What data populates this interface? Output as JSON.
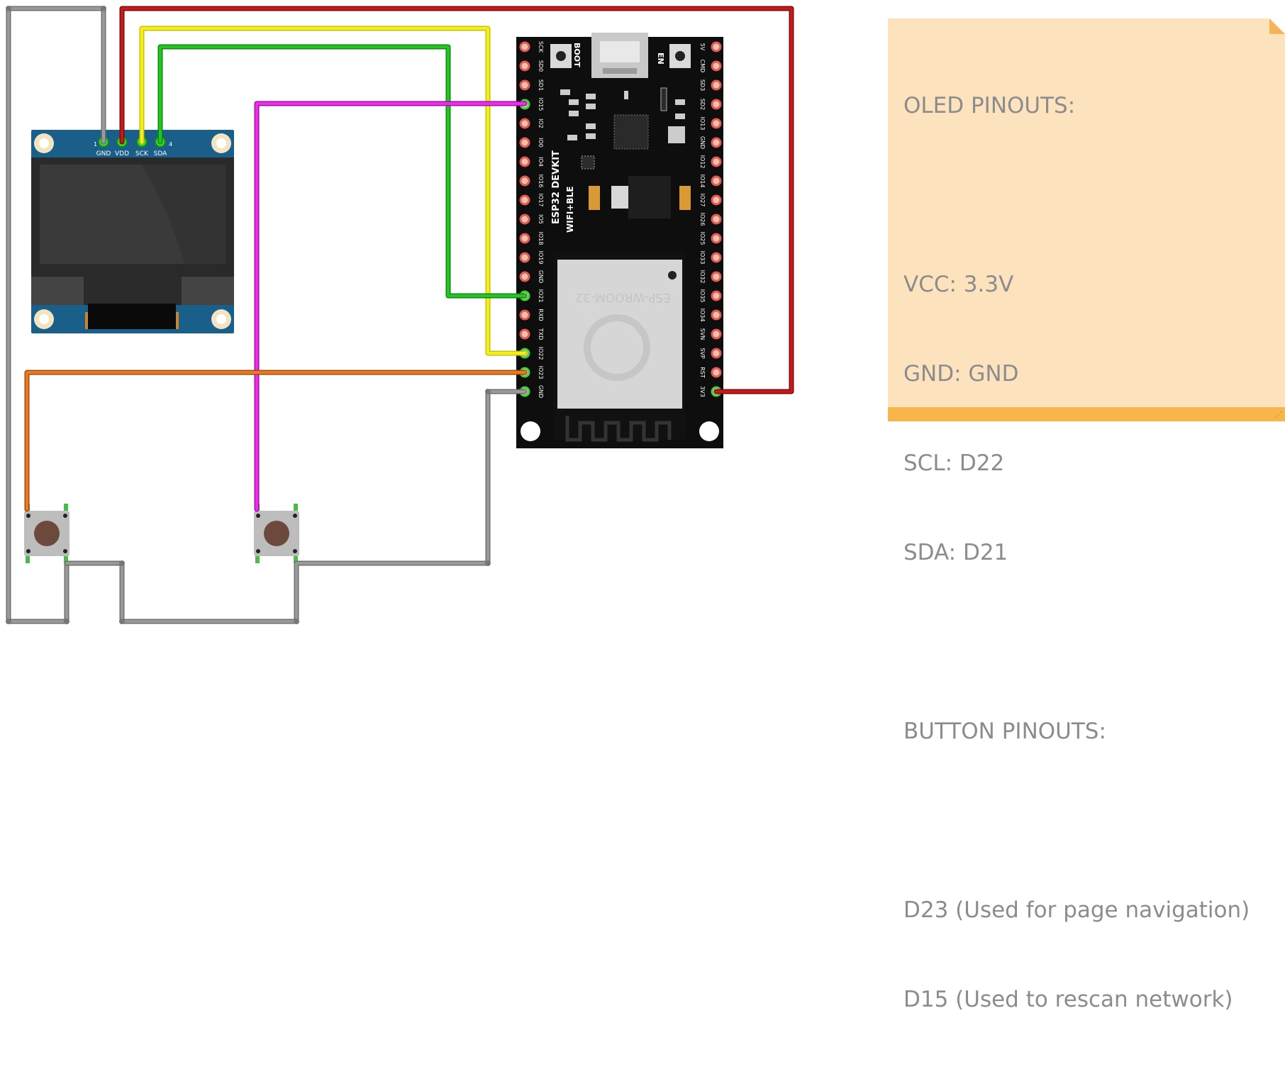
{
  "note": {
    "lines": [
      "OLED PINOUTS:",
      "",
      "VCC: 3.3V",
      "GND: GND",
      "SCL: D22",
      "SDA: D21",
      "",
      "BUTTON PINOUTS:",
      "",
      "D23 (Used for page navigation)",
      "D15 (Used to rescan network)"
    ]
  },
  "oled": {
    "pin_labels": [
      "GND",
      "VDD",
      "SCK",
      "SDA"
    ],
    "pin_index_first": "1",
    "pin_index_last": "4"
  },
  "esp32": {
    "title": "ESP32 DEVKIT",
    "subtitle": "WIFI+BLE",
    "module_label": "ESP-WROOM-32",
    "boot_label": "BOOT",
    "en_label": "EN",
    "left_pins": [
      "SCK",
      "SD0",
      "SD1",
      "IO15",
      "IO2",
      "IO0",
      "IO4",
      "IO16",
      "IO17",
      "IO5",
      "IO18",
      "IO19",
      "GND",
      "IO21",
      "RXD",
      "TXD",
      "IO22",
      "IO23",
      "GND"
    ],
    "right_pins": [
      "5V",
      "CMD",
      "SD3",
      "SD2",
      "IO13",
      "GND",
      "IO12",
      "IO14",
      "IO27",
      "IO26",
      "IO25",
      "IO33",
      "IO32",
      "IO35",
      "IO34",
      "SVN",
      "SVP",
      "RST",
      "3V3"
    ]
  },
  "colors": {
    "wire_gray": "#8a8a8a",
    "wire_red": "#b30f0f",
    "wire_yellow": "#f2ea10",
    "wire_green": "#1db31d",
    "wire_magenta": "#e21ee2",
    "wire_orange": "#e06a17",
    "board": "#0e0e0e",
    "oled_pcb": "#1a5f8a",
    "note_bg": "#fde3bd",
    "note_bar": "#f8b54a"
  }
}
